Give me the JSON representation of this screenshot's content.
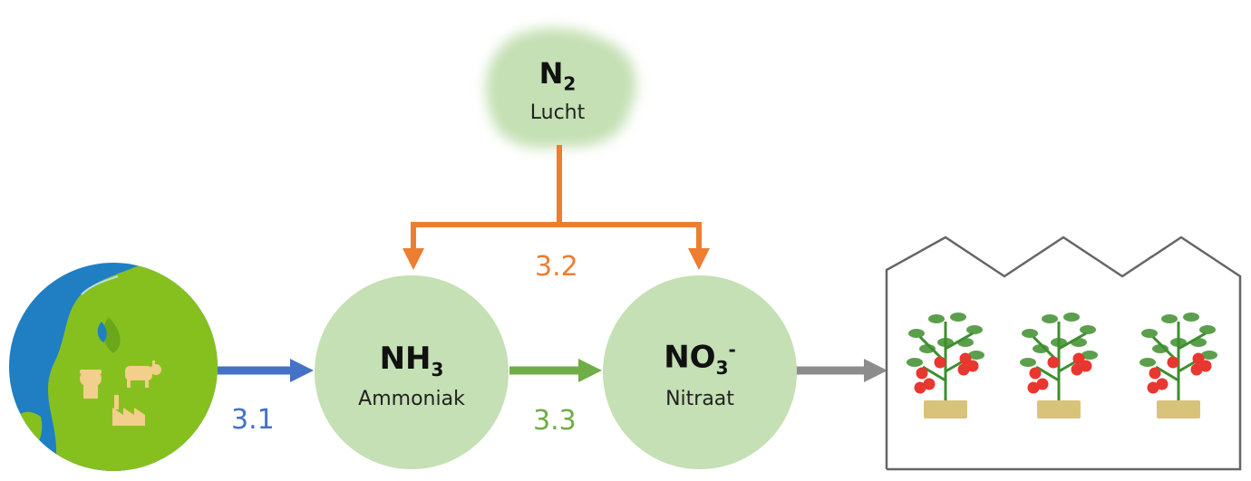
{
  "colors": {
    "node_fill": "#c5e0b4",
    "blue_arrow": "#4472c4",
    "orange_arrow": "#ed7d31",
    "green_arrow": "#70ad47",
    "gray_arrow": "#8c8c8c",
    "globe_ocean": "#1f7fc2",
    "globe_land": "#86c01f",
    "greenhouse_outline": "#666666",
    "pot": "#d9c27a",
    "tomato": "#e8372f",
    "plant": "#3e8e2e",
    "icon_beige": "#f2cf8a"
  },
  "nodes": {
    "n2": {
      "formula": "N",
      "subscript": "2",
      "label": "Lucht"
    },
    "nh3": {
      "formula": "NH",
      "subscript": "3",
      "label": "Ammoniak"
    },
    "no3": {
      "formula": "NO",
      "subscript": "3",
      "superscript": "-",
      "label": "Nitraat"
    }
  },
  "edges": {
    "e31": {
      "label": "3.1"
    },
    "e32": {
      "label": "3.2"
    },
    "e33": {
      "label": "3.3"
    }
  },
  "icons": {
    "globe": "netherlands-globe-icon",
    "toilet": "toilet-icon",
    "cow": "cow-icon",
    "factory": "factory-icon",
    "greenhouse": "greenhouse-icon",
    "tomato_plant": "tomato-plant-icon"
  }
}
